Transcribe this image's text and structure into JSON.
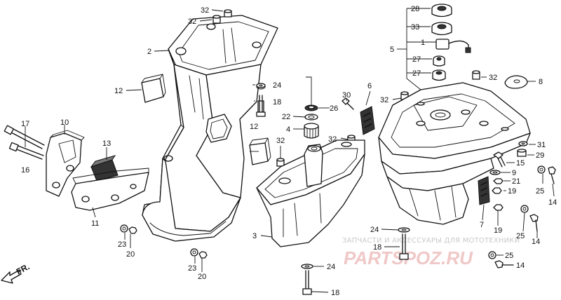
{
  "callouts": [
    {
      "id": "c-32a",
      "text": "32"
    },
    {
      "id": "c-32b",
      "text": "32"
    },
    {
      "id": "c-2",
      "text": "2"
    },
    {
      "id": "c-12a",
      "text": "12"
    },
    {
      "id": "c-24a",
      "text": "24"
    },
    {
      "id": "c-18a",
      "text": "18"
    },
    {
      "id": "c-17",
      "text": "17"
    },
    {
      "id": "c-10",
      "text": "10"
    },
    {
      "id": "c-16",
      "text": "16"
    },
    {
      "id": "c-13",
      "text": "13"
    },
    {
      "id": "c-11",
      "text": "11"
    },
    {
      "id": "c-23a",
      "text": "23"
    },
    {
      "id": "c-20a",
      "text": "20"
    },
    {
      "id": "c-23b",
      "text": "23"
    },
    {
      "id": "c-20b",
      "text": "20"
    },
    {
      "id": "c-30",
      "text": "30"
    },
    {
      "id": "c-26",
      "text": "26"
    },
    {
      "id": "c-22",
      "text": "22"
    },
    {
      "id": "c-4",
      "text": "4"
    },
    {
      "id": "c-12b",
      "text": "12"
    },
    {
      "id": "c-32c",
      "text": "32"
    },
    {
      "id": "c-32d",
      "text": "32"
    },
    {
      "id": "c-3",
      "text": "3"
    },
    {
      "id": "c-24b",
      "text": "24"
    },
    {
      "id": "c-18b",
      "text": "18"
    },
    {
      "id": "c-24c",
      "text": "24"
    },
    {
      "id": "c-18c",
      "text": "18"
    },
    {
      "id": "c-6",
      "text": "6"
    },
    {
      "id": "c-32e",
      "text": "32"
    },
    {
      "id": "c-28",
      "text": "28"
    },
    {
      "id": "c-33",
      "text": "33"
    },
    {
      "id": "c-5",
      "text": "5"
    },
    {
      "id": "c-1",
      "text": "1"
    },
    {
      "id": "c-27a",
      "text": "27"
    },
    {
      "id": "c-27b",
      "text": "27"
    },
    {
      "id": "c-32f",
      "text": "32"
    },
    {
      "id": "c-8",
      "text": "8"
    },
    {
      "id": "c-31",
      "text": "31"
    },
    {
      "id": "c-29",
      "text": "29"
    },
    {
      "id": "c-15",
      "text": "15"
    },
    {
      "id": "c-9",
      "text": "9"
    },
    {
      "id": "c-21",
      "text": "21"
    },
    {
      "id": "c-19a",
      "text": "19"
    },
    {
      "id": "c-25a",
      "text": "25"
    },
    {
      "id": "c-14a",
      "text": "14"
    },
    {
      "id": "c-7",
      "text": "7"
    },
    {
      "id": "c-19b",
      "text": "19"
    },
    {
      "id": "c-25b",
      "text": "25"
    },
    {
      "id": "c-14b",
      "text": "14"
    },
    {
      "id": "c-25c",
      "text": "25"
    },
    {
      "id": "c-14c",
      "text": "14"
    }
  ],
  "direction_label": "FR.",
  "watermark": {
    "line1": "ЗАПЧАСТИ И АКСЕССУАРЫ ДЛЯ МОТОТЕХНИКИ",
    "line2": "PARTSPOZ.RU"
  },
  "colors": {
    "line": "#111111",
    "background": "#ffffff",
    "watermark_text": "#c9c9c9",
    "watermark_logo": "#f0c8c8"
  }
}
